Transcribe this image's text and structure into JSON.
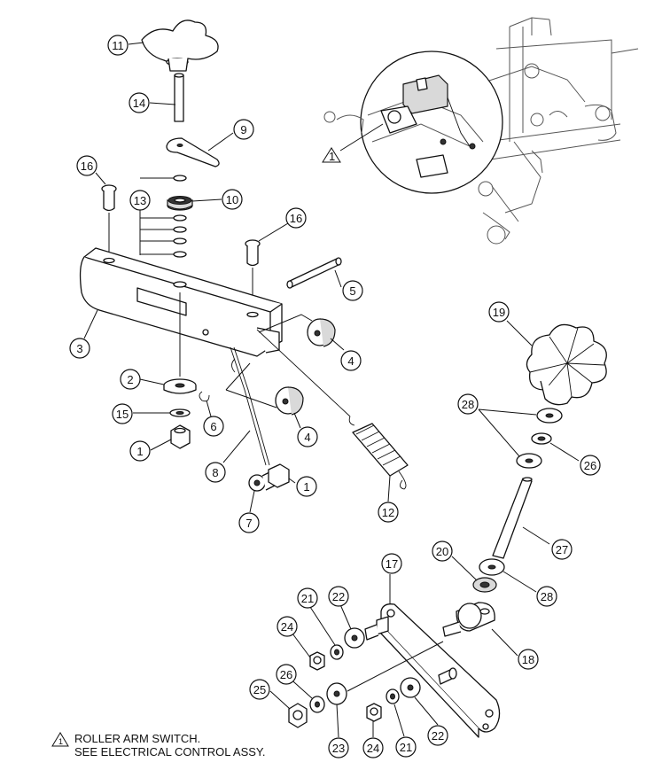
{
  "diagram": {
    "callouts": [
      {
        "id": "c11",
        "label": "11"
      },
      {
        "id": "c14",
        "label": "14"
      },
      {
        "id": "c9",
        "label": "9"
      },
      {
        "id": "c16a",
        "label": "16"
      },
      {
        "id": "c13",
        "label": "13"
      },
      {
        "id": "c10",
        "label": "10"
      },
      {
        "id": "c16b",
        "label": "16"
      },
      {
        "id": "c5",
        "label": "5"
      },
      {
        "id": "c3",
        "label": "3"
      },
      {
        "id": "c4a",
        "label": "4"
      },
      {
        "id": "c2",
        "label": "2"
      },
      {
        "id": "c15",
        "label": "15"
      },
      {
        "id": "c6",
        "label": "6"
      },
      {
        "id": "c4b",
        "label": "4"
      },
      {
        "id": "c1a",
        "label": "1"
      },
      {
        "id": "c8",
        "label": "8"
      },
      {
        "id": "c1b",
        "label": "1"
      },
      {
        "id": "c7",
        "label": "7"
      },
      {
        "id": "c12",
        "label": "12"
      },
      {
        "id": "c19",
        "label": "19"
      },
      {
        "id": "c28a",
        "label": "28"
      },
      {
        "id": "c26a",
        "label": "26"
      },
      {
        "id": "c27",
        "label": "27"
      },
      {
        "id": "c20",
        "label": "20"
      },
      {
        "id": "c28b",
        "label": "28"
      },
      {
        "id": "c17",
        "label": "17"
      },
      {
        "id": "c18",
        "label": "18"
      },
      {
        "id": "c21a",
        "label": "21"
      },
      {
        "id": "c22a",
        "label": "22"
      },
      {
        "id": "c24a",
        "label": "24"
      },
      {
        "id": "c26b",
        "label": "26"
      },
      {
        "id": "c25",
        "label": "25"
      },
      {
        "id": "c23",
        "label": "23"
      },
      {
        "id": "c24b",
        "label": "24"
      },
      {
        "id": "c21b",
        "label": "21"
      },
      {
        "id": "c22b",
        "label": "22"
      }
    ],
    "note_marker": "1",
    "note_lines": [
      "ROLLER ARM SWITCH.",
      "SEE ELECTRICAL CONTROL ASSY."
    ]
  }
}
